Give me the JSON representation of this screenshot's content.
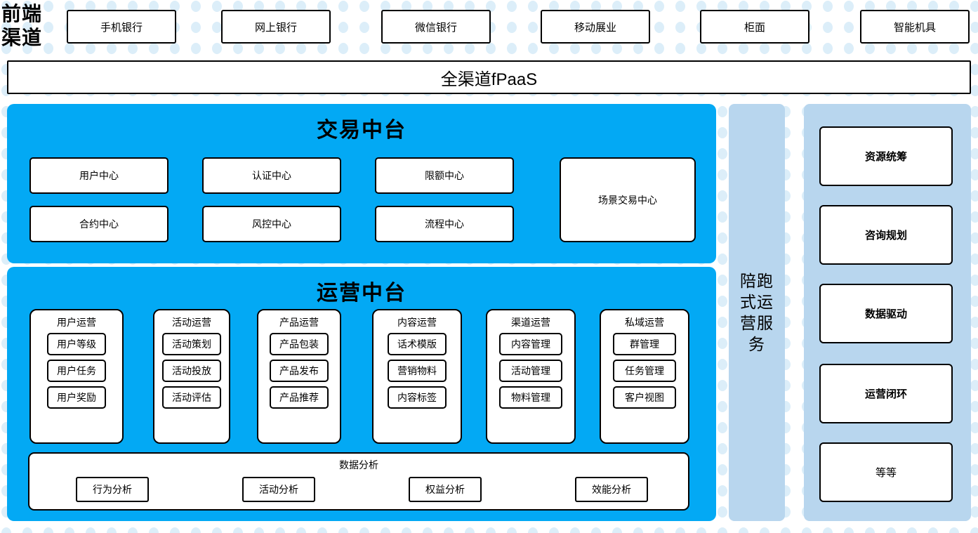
{
  "colors": {
    "platform_cyan": "#03A9F4",
    "side_panel_blue": "#B8D6EE",
    "box_border": "#000000",
    "box_fill": "#FFFFFF",
    "dot_blue": "#DCEEF9"
  },
  "frontend": {
    "label": "前端\n渠道",
    "label_line1": "前端",
    "label_line2": "渠道",
    "channels": [
      {
        "label": "手机银行"
      },
      {
        "label": "网上银行"
      },
      {
        "label": "微信银行"
      },
      {
        "label": "移动展业"
      },
      {
        "label": "柜面"
      },
      {
        "label": "智能机具"
      }
    ]
  },
  "fpaas": {
    "label": "全渠道fPaaS"
  },
  "transaction_platform": {
    "title": "交易中台",
    "centers": [
      {
        "label": "用户中心"
      },
      {
        "label": "认证中心"
      },
      {
        "label": "限额中心"
      },
      {
        "label": "合约中心"
      },
      {
        "label": "风控中心"
      },
      {
        "label": "流程中心"
      }
    ],
    "scene_center": {
      "label": "场景交易中心"
    }
  },
  "operations_platform": {
    "title": "运营中台",
    "columns": [
      {
        "title": "用户运营",
        "items": [
          "用户等级",
          "用户任务",
          "用户奖励"
        ]
      },
      {
        "title": "活动运营",
        "items": [
          "活动策划",
          "活动投放",
          "活动评估"
        ]
      },
      {
        "title": "产品运营",
        "items": [
          "产品包装",
          "产品发布",
          "产品推荐"
        ]
      },
      {
        "title": "内容运营",
        "items": [
          "话术模版",
          "营销物料",
          "内容标签"
        ]
      },
      {
        "title": "渠道运营",
        "items": [
          "内容管理",
          "活动管理",
          "物料管理"
        ]
      },
      {
        "title": "私域运营",
        "items": [
          "群管理",
          "任务管理",
          "客户视图"
        ]
      }
    ],
    "data_analysis": {
      "title": "数据分析",
      "items": [
        "行为分析",
        "活动分析",
        "权益分析",
        "效能分析"
      ]
    }
  },
  "accompany_service": {
    "label": "陪跑式运营服务",
    "chars": [
      "陪",
      "跑",
      "式",
      "运",
      "营",
      "服",
      "务"
    ]
  },
  "service_items": [
    {
      "label": "资源统筹",
      "bold": true
    },
    {
      "label": "咨询规划",
      "bold": true
    },
    {
      "label": "数据驱动",
      "bold": true
    },
    {
      "label": "运营闭环",
      "bold": true
    },
    {
      "label": "等等",
      "bold": false
    }
  ]
}
